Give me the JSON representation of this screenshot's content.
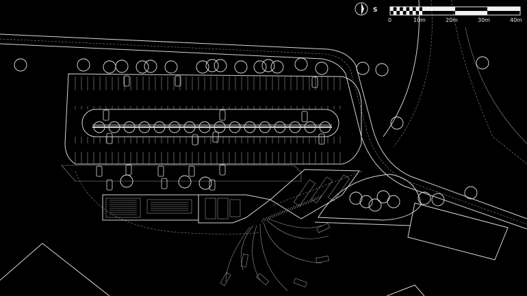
{
  "scale_bar": {
    "labels": [
      "0",
      "10m",
      "20m",
      "30m",
      "40m"
    ]
  },
  "north_arrow": {
    "label": "S"
  },
  "colors": {
    "background": "#000000",
    "lines": "#d9d9d9"
  }
}
